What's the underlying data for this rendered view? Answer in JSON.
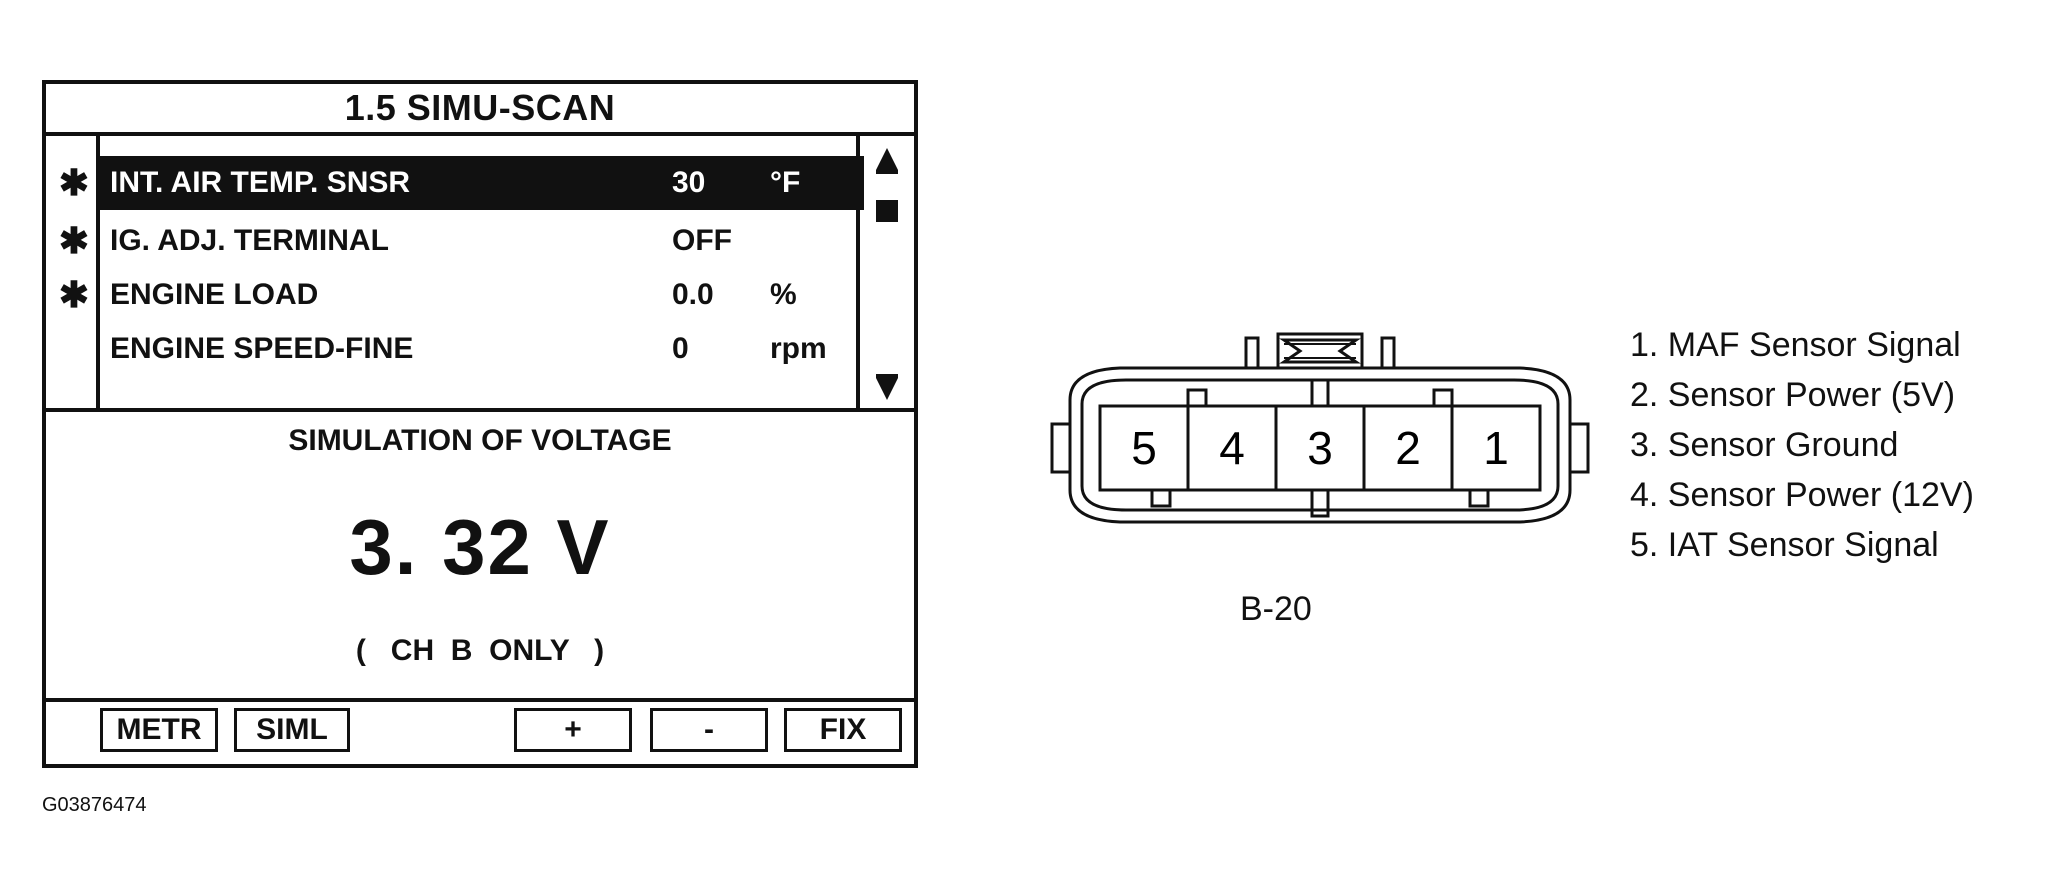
{
  "scan_tool": {
    "title": "1.5  SIMU-SCAN",
    "parameters": [
      {
        "marker": "✱",
        "name": "INT. AIR TEMP. SNSR",
        "value": "30",
        "unit": "°F",
        "selected": true
      },
      {
        "marker": "✱",
        "name": "IG. ADJ. TERMINAL",
        "value": "OFF",
        "unit": "",
        "selected": false
      },
      {
        "marker": "✱",
        "name": "ENGINE LOAD",
        "value": "0.0",
        "unit": "%",
        "selected": false
      },
      {
        "marker": "",
        "name": "ENGINE SPEED-FINE",
        "value": "0",
        "unit": "rpm",
        "selected": false
      }
    ],
    "simulation": {
      "title": "SIMULATION OF VOLTAGE",
      "voltage": "3. 32  V",
      "channel": "(   CH  B  ONLY   )"
    },
    "function_keys": {
      "metr": "METR",
      "siml": "SIML",
      "plus": "+",
      "minus": "-",
      "fix": "FIX"
    },
    "scroll_icons": [
      "arrow-up-icon",
      "scroll-thumb",
      "arrow-down-icon"
    ]
  },
  "figure_code": "G03876474",
  "connector": {
    "label": "B-20",
    "pins": [
      "5",
      "4",
      "3",
      "2",
      "1"
    ]
  },
  "pin_descriptions": [
    "1. MAF Sensor Signal",
    "2. Sensor Power (5V)",
    "3. Sensor Ground",
    "4. Sensor Power (12V)",
    "5. IAT Sensor Signal"
  ]
}
